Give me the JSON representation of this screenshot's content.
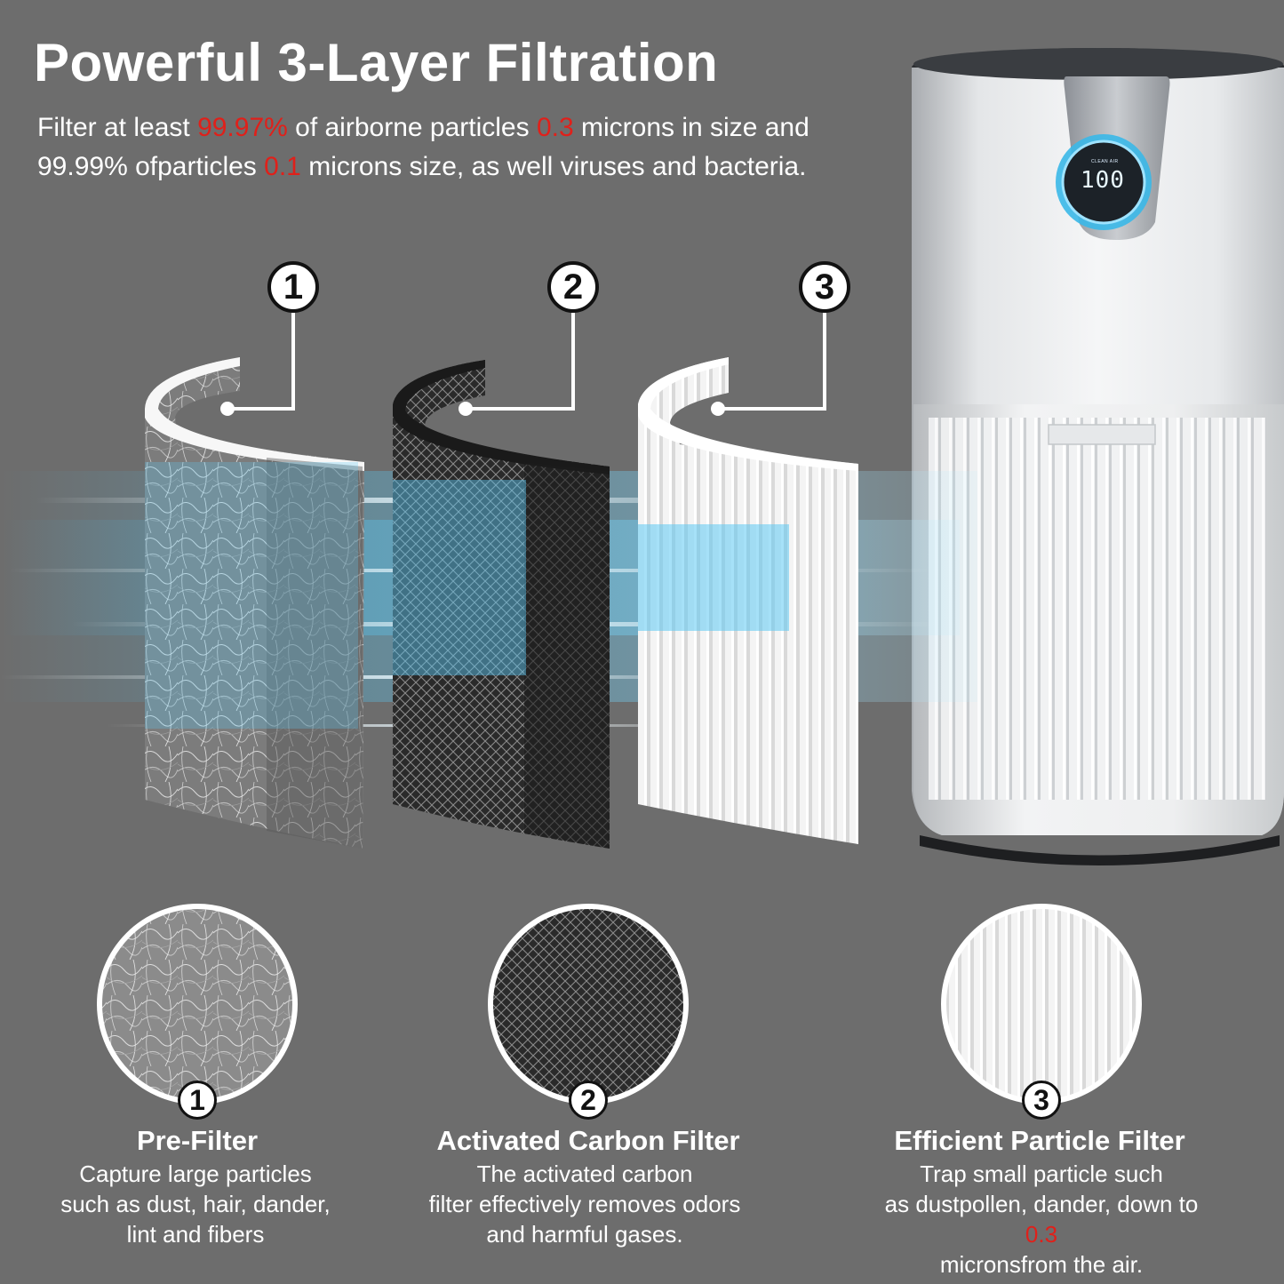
{
  "headline": "Powerful 3-Layer Filtration",
  "intro": {
    "line1": {
      "a": "Filter at least ",
      "b": "99.97%",
      "c": " of airborne particles ",
      "d": "0.3",
      "e": " microns in size and"
    },
    "line2": {
      "a": "99.99% ofparticles ",
      "b": "0.1",
      "c": " microns size, as well viruses and bacteria."
    }
  },
  "purifier": {
    "display_value": "100",
    "display_caption": "CLEAN AIR"
  },
  "layers": [
    {
      "number": "1",
      "title": "Pre-Filter",
      "desc": [
        "Capture large particles",
        "such as dust, hair, dander,",
        "lint and fibers"
      ]
    },
    {
      "number": "2",
      "title": "Activated Carbon Filter",
      "desc": [
        "The activated carbon",
        "filter effectively removes odors",
        "and harmful gases."
      ]
    },
    {
      "number": "3",
      "title": "Efficient Particle Filter",
      "desc_line1": "Trap small particle such",
      "desc_line2a": "as dustpollen, dander, down to ",
      "desc_line2b": "0.3",
      "desc_line3": "micronsfrom the air."
    }
  ],
  "colors": {
    "background": "#6d6d6d",
    "highlight": "#e0201a",
    "airflow": "#4cc3f2",
    "display_ring": "#3ab8e8"
  }
}
